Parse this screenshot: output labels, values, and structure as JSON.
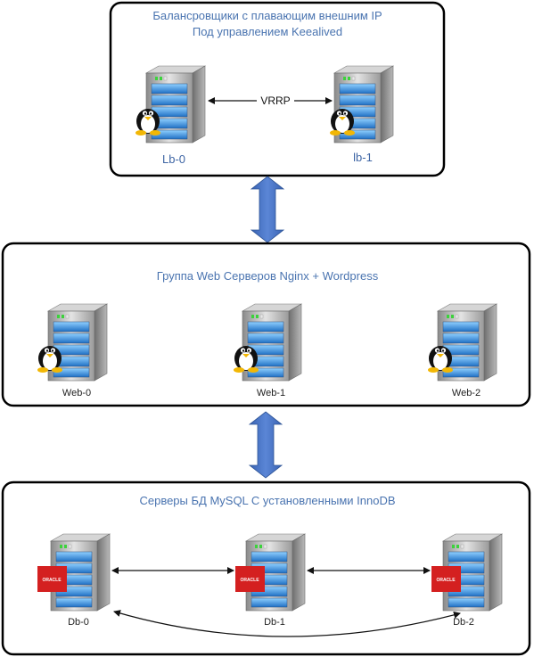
{
  "groups": {
    "lb": {
      "title_line1": "Балансровщики с плавающим внешним IP",
      "title_line2": "Под управлением Keealived",
      "nodes": [
        "Lb-0",
        "lb-1"
      ],
      "link_label": "VRRP"
    },
    "web": {
      "title": "Группа Web Серверов Nginx + Wordpress",
      "nodes": [
        "Web-0",
        "Web-1",
        "Web-2"
      ]
    },
    "db": {
      "title": "Серверы БД MySQL С установленными InnoDB",
      "nodes": [
        "Db-0",
        "Db-1",
        "Db-2"
      ]
    }
  },
  "badges": {
    "oracle": "ORACLE"
  },
  "icons": {
    "server": "server-tower-icon",
    "linux": "linux-penguin-icon",
    "oracle": "oracle-logo-icon",
    "big_arrow": "double-arrow-icon"
  },
  "colors": {
    "box_border": "#000000",
    "title_text": "#4a74b0",
    "arrow_fill": "#4472c4",
    "oracle_red": "#d42020"
  }
}
